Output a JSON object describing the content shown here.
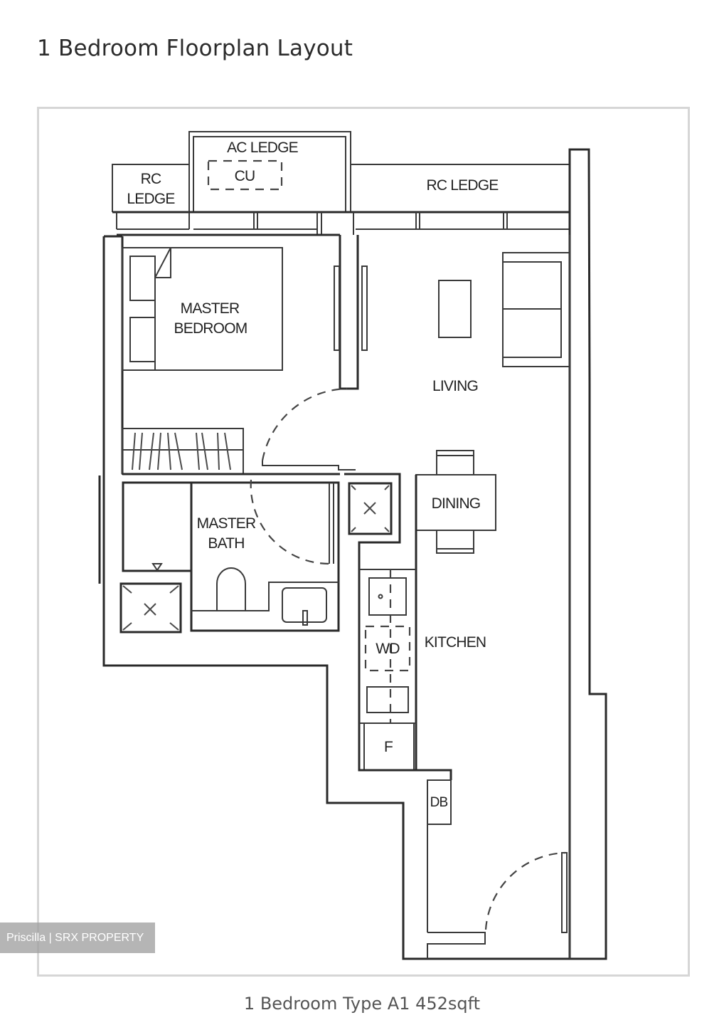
{
  "page": {
    "title": "1 Bedroom Floorplan Layout",
    "caption": "1 Bedroom Type A1 452sqft",
    "watermark": "Priscilla | SRX PROPERTY"
  },
  "floorplan": {
    "unit_type": "Type A1",
    "bedrooms": 1,
    "area": "452sqft",
    "labels": {
      "ac_ledge": "AC LEDGE",
      "cu": "CU",
      "rc_ledge_left_line1": "RC",
      "rc_ledge_left_line2": "LEDGE",
      "rc_ledge_right": "RC LEDGE",
      "master_bedroom_line1": "MASTER",
      "master_bedroom_line2": "BEDROOM",
      "living": "LIVING",
      "dining": "DINING",
      "master_bath_line1": "MASTER",
      "master_bath_line2": "BATH",
      "kitchen": "KITCHEN",
      "washer_dryer": "WD",
      "fridge": "F",
      "distribution_board": "DB"
    },
    "colors": {
      "line": "#2a2a2a",
      "frame_border": "#d6d6d6",
      "background": "#ffffff"
    }
  }
}
